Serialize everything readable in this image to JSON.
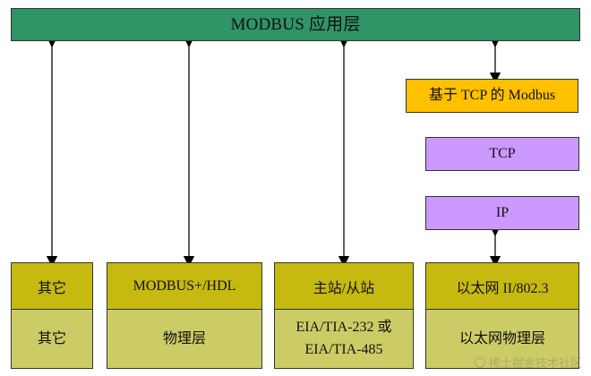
{
  "top_layer": {
    "label": "MODBUS 应用层"
  },
  "tcp_stack": {
    "modbus_tcp": "基于 TCP 的 Modbus",
    "tcp": "TCP",
    "ip": "IP"
  },
  "columns": [
    {
      "upper": "其它",
      "lower": "其它"
    },
    {
      "upper": "MODBUS+/HDL",
      "lower": "物理层"
    },
    {
      "upper": "主站/从站",
      "lower": "EIA/TIA-232 或\nEIA/TIA-485"
    },
    {
      "upper": "以太网 II/802.3",
      "lower": "以太网物理层"
    }
  ],
  "colors": {
    "application_layer": "#2f9466",
    "modbus_tcp": "#ffc000",
    "tcp_ip": "#cc99ff",
    "upper_cells": "#c6b910",
    "lower_cells": "#cccc66",
    "arrows": "#000000"
  },
  "watermark": "稀土掘金技术社区"
}
